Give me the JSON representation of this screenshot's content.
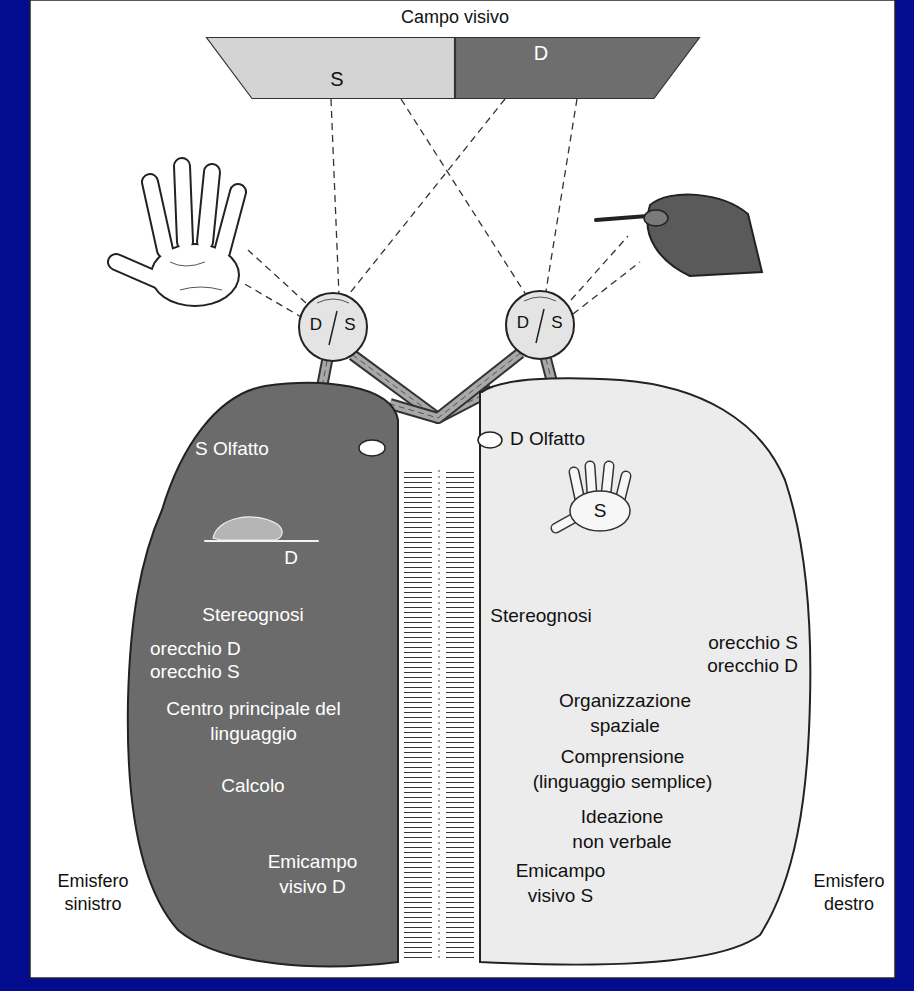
{
  "diagram": {
    "nodes": [
      {
        "text": [
          "Campo visivo"
        ]
      },
      {
        "text": [
          "S"
        ],
        "in": 0
      },
      {
        "text": [
          "D"
        ],
        "in": 0
      },
      {
        "text": [
          "D",
          "S"
        ]
      },
      {
        "text": [
          "D",
          "S"
        ]
      },
      {
        "text": [
          "S Olfatto",
          "D",
          "Stereognosi",
          "orecchio D",
          "orecchio S",
          "Centro principale del linguaggio",
          "Calcolo",
          "Emicampo visivo D"
        ]
      },
      {
        "text": [
          "D Olfatto",
          "S",
          "Stereognosi",
          "orecchio S",
          "orecchio D",
          "Organizzazione spaziale",
          "Comprensione (linguaggio semplice)",
          "Ideazione non verbale",
          "Emicampo visivo S"
        ]
      }
    ],
    "edges": [
      {
        "from": 1,
        "to": 3,
        "arrow": "none"
      },
      {
        "from": 1,
        "to": 4,
        "arrow": "none"
      },
      {
        "from": 2,
        "to": 3,
        "arrow": "none"
      },
      {
        "from": 2,
        "to": 4,
        "arrow": "none"
      },
      {
        "from": 3,
        "to": 5,
        "arrow": "none"
      },
      {
        "from": 3,
        "to": 6,
        "arrow": "none"
      },
      {
        "from": 4,
        "to": 5,
        "arrow": "none"
      },
      {
        "from": 4,
        "to": 6,
        "arrow": "none"
      }
    ],
    "labels": [
      "Emisfero sinistro",
      "Emisfero destro"
    ]
  }
}
